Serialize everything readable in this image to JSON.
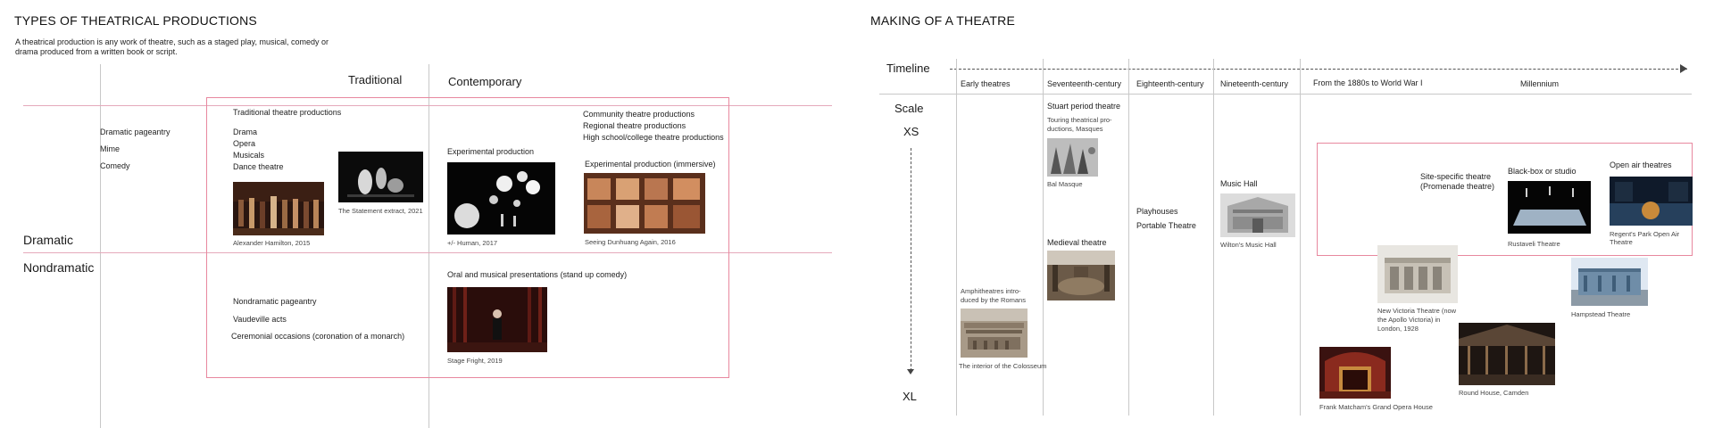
{
  "colors": {
    "pink_line": "#e06a8c",
    "grey_line": "#b8b8b8",
    "text": "#222222"
  },
  "left": {
    "title": "TYPES OF THEATRICAL PRODUCTIONS",
    "intro_line1": "A theatrical production is any work of theatre, such as a staged play, musical, comedy or",
    "intro_line2": "drama produced from a written book or script.",
    "col_traditional": "Traditional",
    "col_contemporary": "Contemporary",
    "row_dramatic": "Dramatic",
    "row_nondramatic": "Nondramatic",
    "pageantry_items": [
      "Dramatic pageantry",
      "Mime",
      "Comedy"
    ],
    "trad_heading": "Traditional theatre productions",
    "trad_items": [
      "Drama",
      "Opera",
      "Musicals",
      "Dance theatre"
    ],
    "cap_hamilton": "Alexander Hamilton, 2015",
    "cap_statement": "The Statement extract, 2021",
    "experimental": "Experimental production",
    "cap_human": "+/- Human, 2017",
    "community_items": [
      "Community theatre productions",
      "Regional theatre productions",
      "High school/college theatre productions"
    ],
    "immersive": "Experimental production (immersive)",
    "cap_dunhuang": "Seeing Dunhuang Again, 2016",
    "nondram_items": [
      "Nondramatic pageantry",
      "Vaudeville acts",
      "Ceremonial occasions (coronation of a monarch)"
    ],
    "oral": "Oral and musical presentations (stand up comedy)",
    "cap_stagefright": "Stage Fright, 2019"
  },
  "right": {
    "title": "MAKING OF A THEATRE",
    "timeline": "Timeline",
    "scale": "Scale",
    "xs": "XS",
    "xl": "XL",
    "periods": [
      "Early theatres",
      "Seventeenth-century",
      "Eighteenth-century",
      "Nineteenth-century",
      "From the 1880s to World War I",
      "Millennium"
    ],
    "stuart": "Stuart period theatre",
    "touring_line1": "Touring theatrical pro-",
    "touring_line2": "ductions, Masques",
    "cap_bal": "Bal Masque",
    "medieval": "Medieval theatre",
    "playhouses": "Playhouses",
    "portable": "Portable Theatre",
    "music_hall": "Music Hall",
    "cap_wilton": "Wilton's Music Hall",
    "amph_line1": "Amphitheatres intro-",
    "amph_line2": "duced by the Romans",
    "cap_colosseum": "The interior of the Colosseum",
    "site_line1": "Site-specific theatre",
    "site_line2": "(Promenade theatre)",
    "blackbox": "Black-box or studio",
    "cap_rustaveli": "Rustaveli Theatre",
    "openair": "Open air theatres",
    "cap_regent_line1": "Regent's Park Open Air",
    "cap_regent_line2": "Theatre",
    "cap_victoria_line1": "New Victoria Theatre (now",
    "cap_victoria_line2": "the Apollo Victoria) in",
    "cap_victoria_line3": "London, 1928",
    "cap_hampstead": "Hampstead Theatre",
    "cap_roundhouse": "Round House, Camden",
    "cap_matcham": "Frank Matcham's Grand Opera House"
  }
}
